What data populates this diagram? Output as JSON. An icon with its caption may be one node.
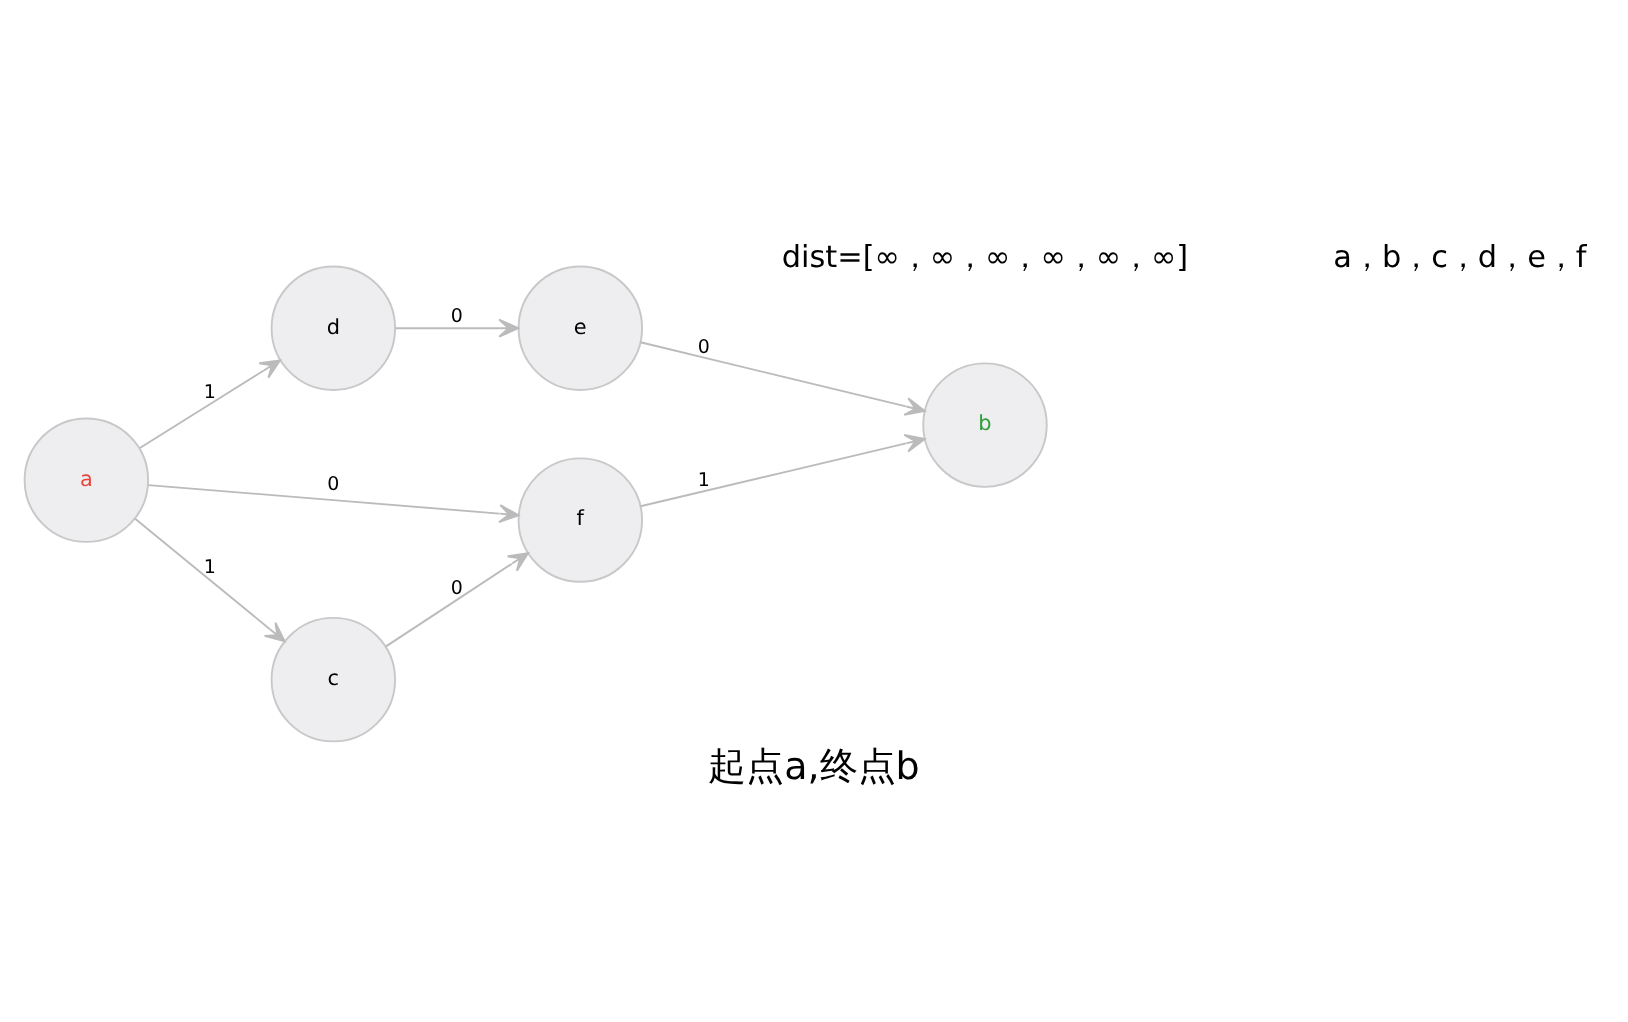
{
  "diagram": {
    "caption": "起点a,终点b",
    "nodes": [
      {
        "text": [
          "d"
        ]
      },
      {
        "text": [
          "e"
        ]
      },
      {
        "text": [
          "a"
        ]
      },
      {
        "text": [
          "b"
        ]
      },
      {
        "text": [
          "f"
        ]
      },
      {
        "text": [
          "c"
        ]
      }
    ],
    "edges": [
      {
        "from": 2,
        "to": 0,
        "arrow": "to",
        "label": "1"
      },
      {
        "from": 0,
        "to": 1,
        "arrow": "to",
        "label": "0"
      },
      {
        "from": 1,
        "to": 3,
        "arrow": "to",
        "label": "0"
      },
      {
        "from": 2,
        "to": 4,
        "arrow": "to",
        "label": "0"
      },
      {
        "from": 2,
        "to": 5,
        "arrow": "to",
        "label": "1"
      },
      {
        "from": 5,
        "to": 4,
        "arrow": "to",
        "label": "0"
      },
      {
        "from": 4,
        "to": 3,
        "arrow": "to",
        "label": "1"
      }
    ],
    "labels": [
      "dist=[∞，∞，∞，∞，∞，∞]",
      "a，b，c，d，e，f"
    ]
  }
}
